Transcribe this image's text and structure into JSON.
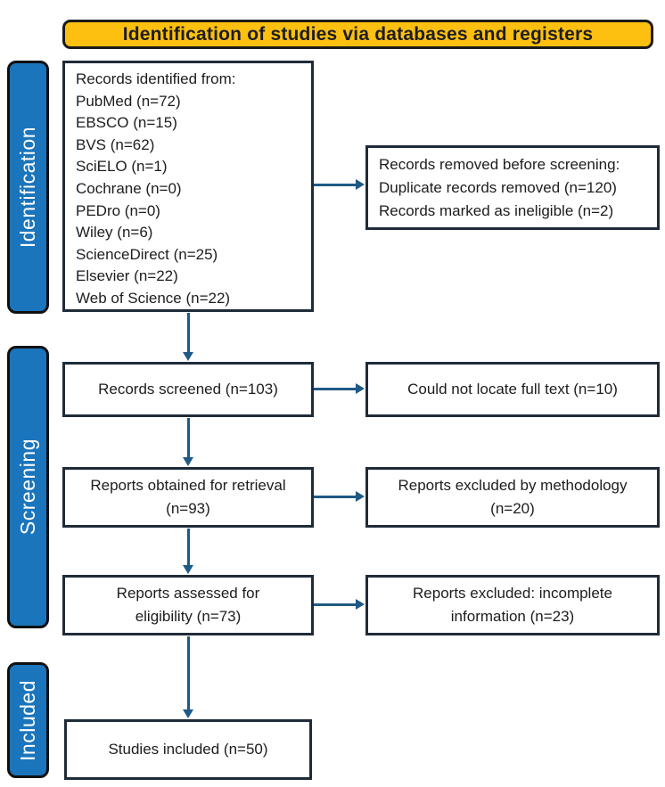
{
  "header": {
    "title": "Identification of studies via databases and registers"
  },
  "sidebar": {
    "identification": "Identification",
    "screening": "Screening",
    "included": "Included"
  },
  "flow": {
    "records_identified": "Records identified from:\nPubMed (n=72)\nEBSCO (n=15)\nBVS (n=62)\nSciELO (n=1)\nCochrane (n=0)\nPEDro (n=0)\nWiley (n=6)\nScienceDirect (n=25)\nElsevier (n=22)\nWeb of Science (n=22)",
    "records_removed": "Records removed before screening:\nDuplicate records removed (n=120)\nRecords marked as ineligible (n=2)",
    "records_screened": "Records screened (n=103)",
    "full_text_not_located": "Could not locate full text (n=10)",
    "reports_obtained": "Reports obtained for retrieval\n(n=93)",
    "reports_excluded_methodology": "Reports excluded by methodology\n(n=20)",
    "reports_assessed": "Reports assessed for\neligibility (n=73)",
    "reports_excluded_incomplete": "Reports excluded: incomplete\ninformation (n=23)",
    "studies_included": "Studies included (n=50)"
  },
  "colors": {
    "tab_blue": "#1b75bc",
    "header_gold": "#fdc010",
    "arrow_blue": "#1e5a85",
    "box_border": "#1f2b38"
  }
}
